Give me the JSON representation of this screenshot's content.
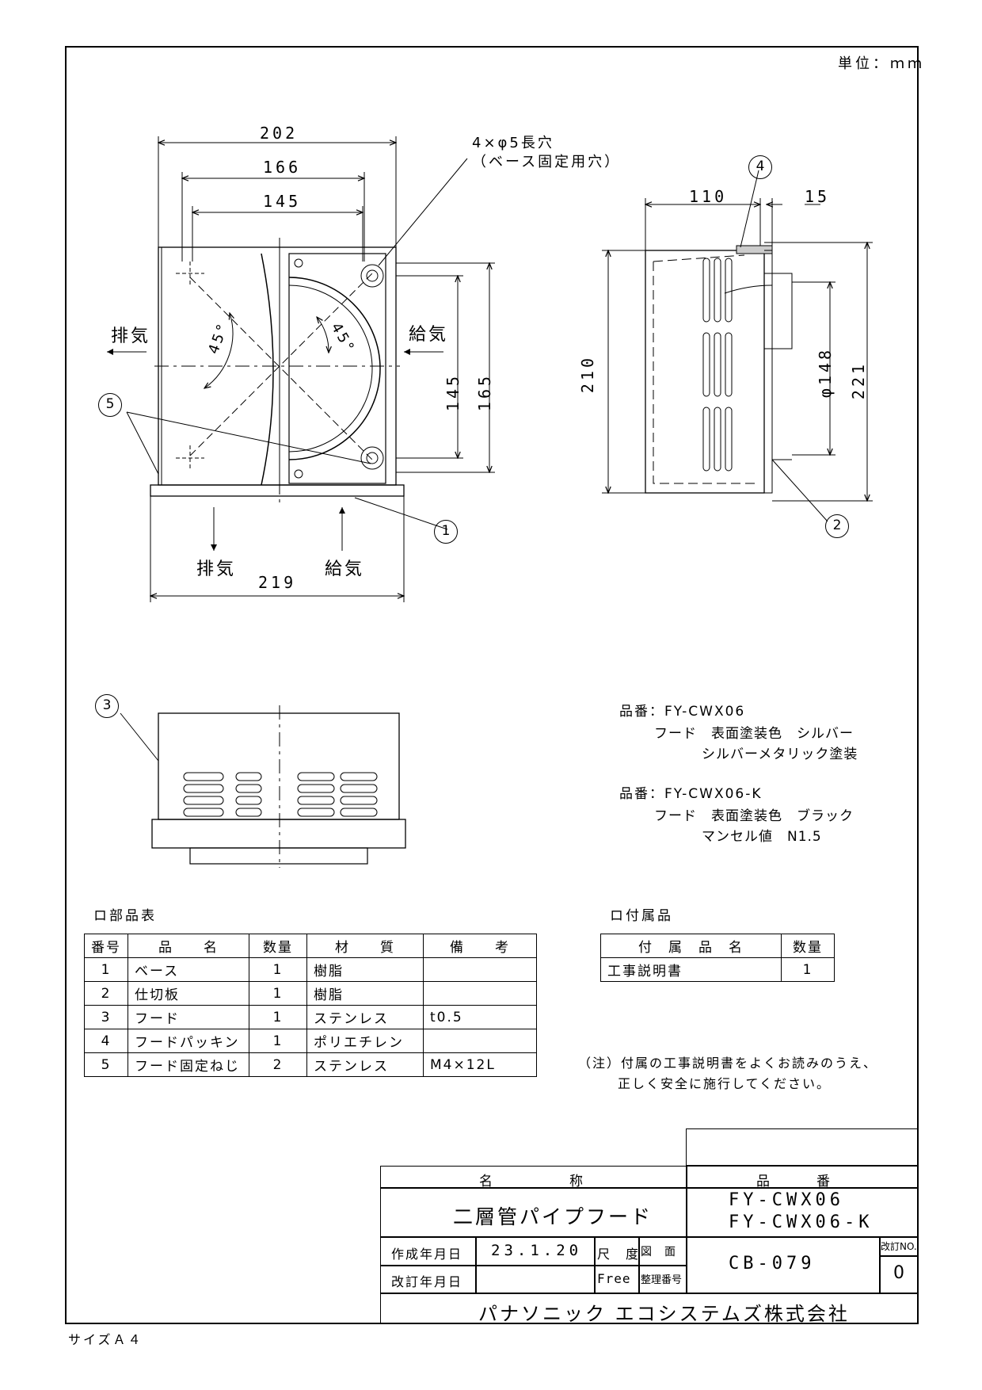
{
  "unit_label": "単位：ｍｍ",
  "size_label": "サイズＡ４",
  "front_view": {
    "dims": {
      "w202": "202",
      "w166": "166",
      "w145": "145",
      "w219": "219",
      "h145": "145",
      "h165": "165"
    },
    "hole_note_line1": "4×φ5長穴",
    "hole_note_line2": "（ベース固定用穴）",
    "exhaust_left": "排気",
    "supply_right": "給気",
    "exhaust_bottom": "排気",
    "supply_bottom": "給気",
    "angle_left": "45°",
    "angle_right": "45°"
  },
  "side_view": {
    "dims": {
      "w110": "110",
      "w15": "15",
      "h210": "210",
      "h221": "221",
      "dia148": "φ148"
    }
  },
  "callouts": [
    "1",
    "2",
    "3",
    "4",
    "5"
  ],
  "product_notes": {
    "model1": "品番：FY-CWX06",
    "model1_line2": "フード　表面塗装色　シルバー",
    "model1_line3": "シルバーメタリック塗装",
    "model2": "品番：FY-CWX06-K",
    "model2_line2": "フード　表面塗装色　ブラック",
    "model2_line3": "マンセル値　N1.5"
  },
  "parts_table": {
    "title": "ロ部品表",
    "headers": [
      "番号",
      "品　　名",
      "数量",
      "材　　質",
      "備　　考"
    ],
    "rows": [
      [
        "1",
        "ベース",
        "1",
        "樹脂",
        ""
      ],
      [
        "2",
        "仕切板",
        "1",
        "樹脂",
        ""
      ],
      [
        "3",
        "フード",
        "1",
        "ステンレス",
        "t0.5"
      ],
      [
        "4",
        "フードパッキン",
        "1",
        "ポリエチレン",
        ""
      ],
      [
        "5",
        "フード固定ねじ",
        "2",
        "ステンレス",
        "M4×12L"
      ]
    ]
  },
  "accessory_table": {
    "title": "ロ付属品",
    "headers": [
      "付　属　品　名",
      "数量"
    ],
    "rows": [
      [
        "工事説明書",
        "1"
      ]
    ]
  },
  "note": {
    "line1": "（注）付属の工事説明書をよくお読みのうえ、",
    "line2": "正しく安全に施行してください。"
  },
  "title_block": {
    "name_header": "名　　　　　称",
    "part_header": "品　　　番",
    "product_name": "二層管パイプフード",
    "part_no_1": "FY-CWX06",
    "part_no_2": "FY-CWX06-K",
    "created_label": "作成年月日",
    "created_date": "23.1.20",
    "revised_label": "改訂年月日",
    "scale_label": "尺　度",
    "scale_value": "Free",
    "drawing_label": "図　面",
    "drawing_label2": "整理番号",
    "drawing_no": "CB-079",
    "rev_label": "改訂NO.",
    "rev_no": "0",
    "company": "パナソニック エコシステムズ株式会社"
  }
}
